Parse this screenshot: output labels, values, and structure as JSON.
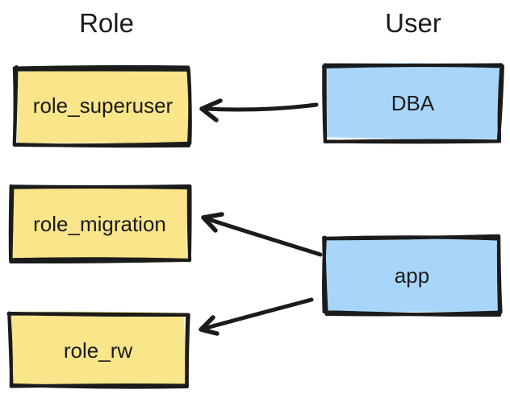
{
  "titles": {
    "role": "Role",
    "user": "User"
  },
  "nodes": {
    "role_superuser": {
      "label": "role_superuser",
      "type": "role"
    },
    "role_migration": {
      "label": "role_migration",
      "type": "role"
    },
    "role_rw": {
      "label": "role_rw",
      "type": "role"
    },
    "dba": {
      "label": "DBA",
      "type": "user"
    },
    "app": {
      "label": "app",
      "type": "user"
    }
  },
  "edges": [
    {
      "from": "DBA",
      "to": "role_superuser"
    },
    {
      "from": "app",
      "to": "role_migration"
    },
    {
      "from": "app",
      "to": "role_rw"
    }
  ],
  "colors": {
    "role_fill": "#f9e58a",
    "user_fill": "#a8d6fb",
    "stroke": "#1b1b1b",
    "text": "#1b1b1b",
    "background": "#ffffff"
  }
}
